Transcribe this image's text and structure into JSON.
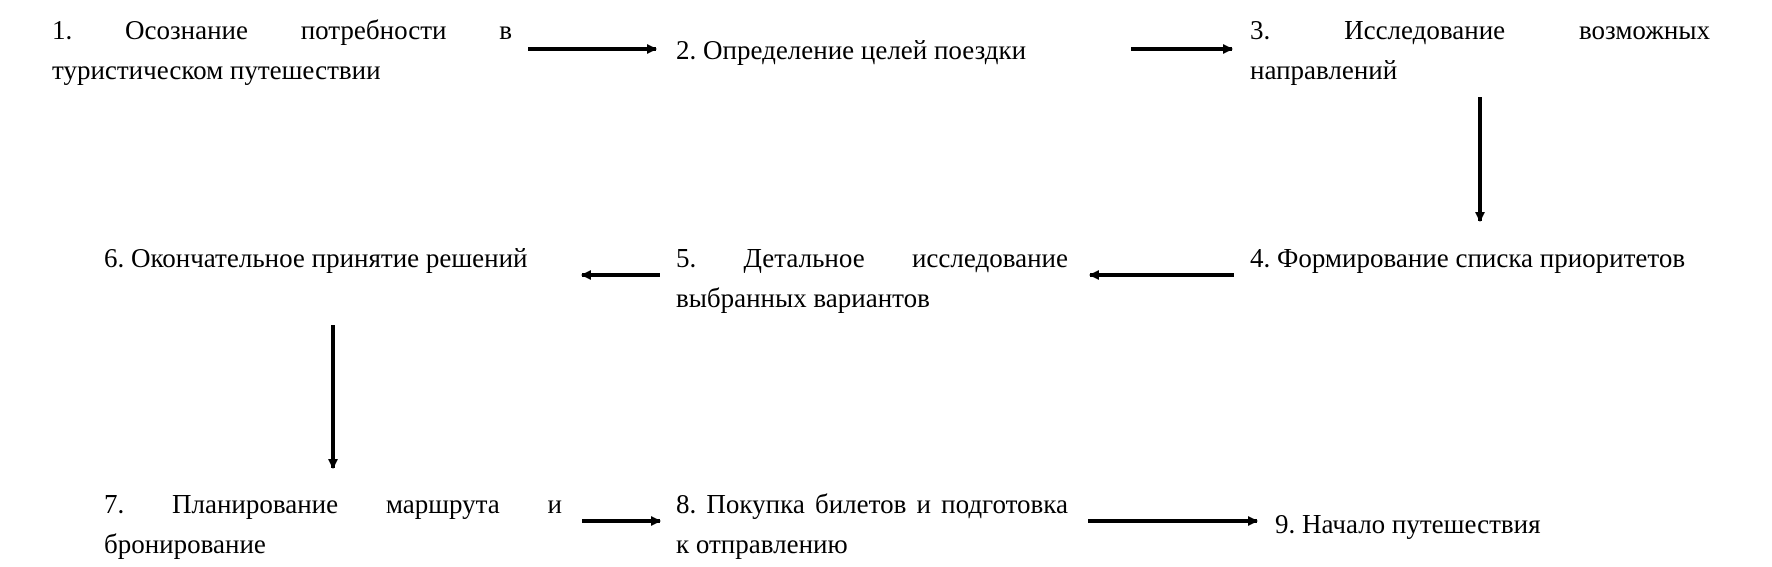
{
  "diagram": {
    "steps": [
      {
        "id": "1",
        "text": "1. Осознание потребности в туристическом путешествии"
      },
      {
        "id": "2",
        "text": "2. Определение целей поездки"
      },
      {
        "id": "3",
        "text": "3. Исследование возможных направлений"
      },
      {
        "id": "4",
        "text": "4. Формирование списка приоритетов"
      },
      {
        "id": "5",
        "text": "5. Детальное исследование выбранных вариантов"
      },
      {
        "id": "6",
        "text": "6. Окончательное принятие решений"
      },
      {
        "id": "7",
        "text": "7. Планирование маршрута и бронирование"
      },
      {
        "id": "8",
        "text": "8. Покупка билетов и подготовка к отправлению"
      },
      {
        "id": "9",
        "text": "9. Начало путешествия"
      }
    ],
    "arrows": [
      {
        "from": "1",
        "to": "2"
      },
      {
        "from": "2",
        "to": "3"
      },
      {
        "from": "3",
        "to": "4"
      },
      {
        "from": "4",
        "to": "5"
      },
      {
        "from": "5",
        "to": "6"
      },
      {
        "from": "6",
        "to": "7"
      },
      {
        "from": "7",
        "to": "8"
      },
      {
        "from": "8",
        "to": "9"
      }
    ]
  }
}
